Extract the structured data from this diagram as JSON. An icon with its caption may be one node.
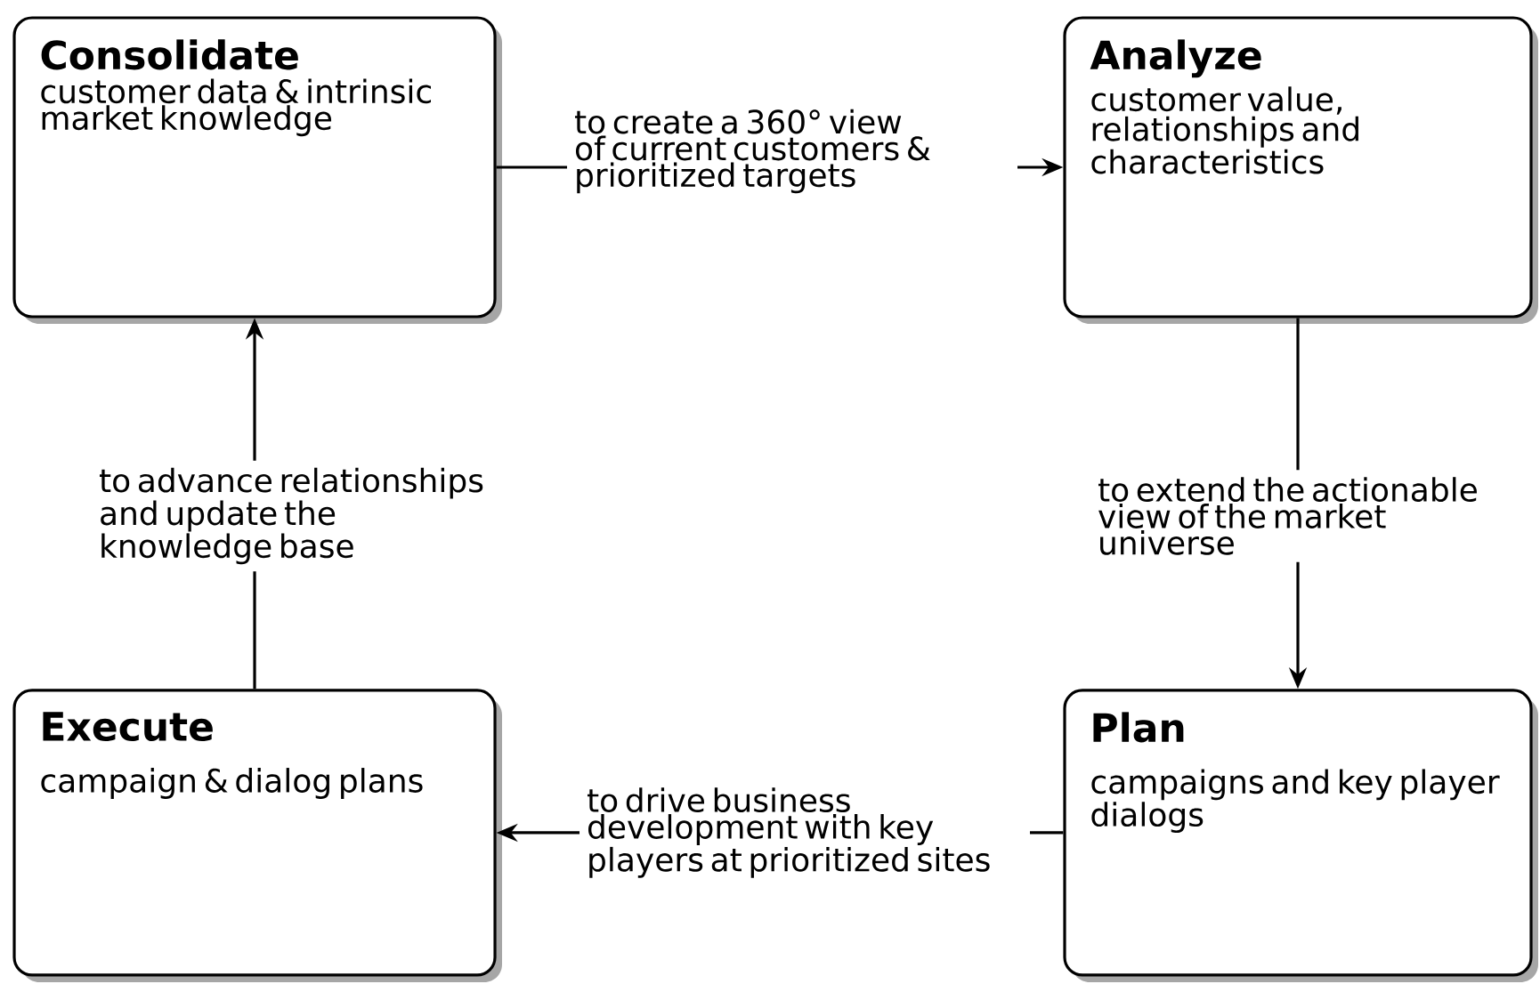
{
  "diagram": {
    "nodes": [
      {
        "text": [
          "Consolidate",
          "customer data & intrinsic market knowledge"
        ]
      },
      {
        "text": [
          "Analyze",
          "customer value, relationships and characteristics"
        ]
      },
      {
        "text": [
          "Execute",
          "campaign & dialog plans"
        ]
      },
      {
        "text": [
          "Plan",
          "campaigns and key player dialogs"
        ]
      }
    ],
    "edges": [
      {
        "from": 0,
        "to": 1,
        "arrow": "to",
        "label": "to create a 360° view of current customers & prioritized targets"
      },
      {
        "from": 1,
        "to": 3,
        "arrow": "to",
        "label": "to extend the actionable view of the market universe"
      },
      {
        "from": 3,
        "to": 2,
        "arrow": "to",
        "label": "to drive business development with key players at prioritized sites"
      },
      {
        "from": 2,
        "to": 0,
        "arrow": "to",
        "label": "to advance relationships and update the knowledge base"
      }
    ]
  }
}
